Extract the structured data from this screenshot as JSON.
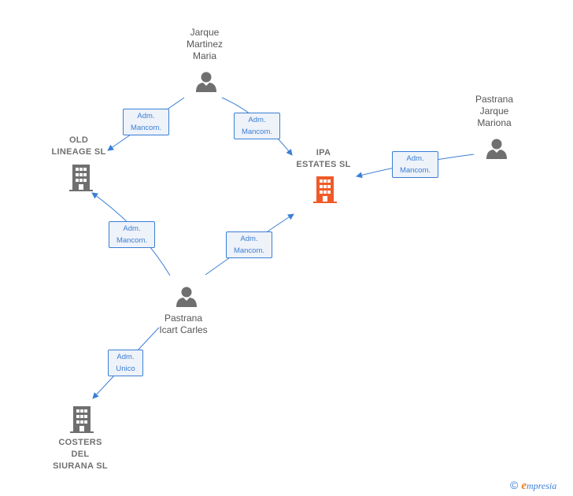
{
  "persons": {
    "jarque_martinez": "Jarque\nMartinez\nMaria",
    "pastrana_jarque": "Pastrana\nJarque\nMariona",
    "pastrana_icart": "Pastrana\nIcart Carles"
  },
  "companies": {
    "old_lineage": "OLD\nLINEAGE  SL",
    "ipa_estates": "IPA\nESTATES  SL",
    "costers": "COSTERS\nDEL\nSIURANA  SL"
  },
  "edges": {
    "e1": {
      "line1": "Adm.",
      "line2": "Mancom."
    },
    "e2": {
      "line1": "Adm.",
      "line2": "Mancom."
    },
    "e3": {
      "line1": "Adm.",
      "line2": "Mancom."
    },
    "e4": {
      "line1": "Adm.",
      "line2": "Mancom."
    },
    "e5": {
      "line1": "Adm.",
      "line2": "Mancom."
    },
    "e6": {
      "line1": "Adm.",
      "line2": "Unico"
    }
  },
  "colors": {
    "edge": "#3a7fd5",
    "person_icon": "#6f6f6f",
    "company_icon": "#6f6f6f",
    "highlight_company_icon": "#f05a28"
  },
  "brand": {
    "copyright": "©",
    "first_letter": "e",
    "rest": "mpresia"
  }
}
